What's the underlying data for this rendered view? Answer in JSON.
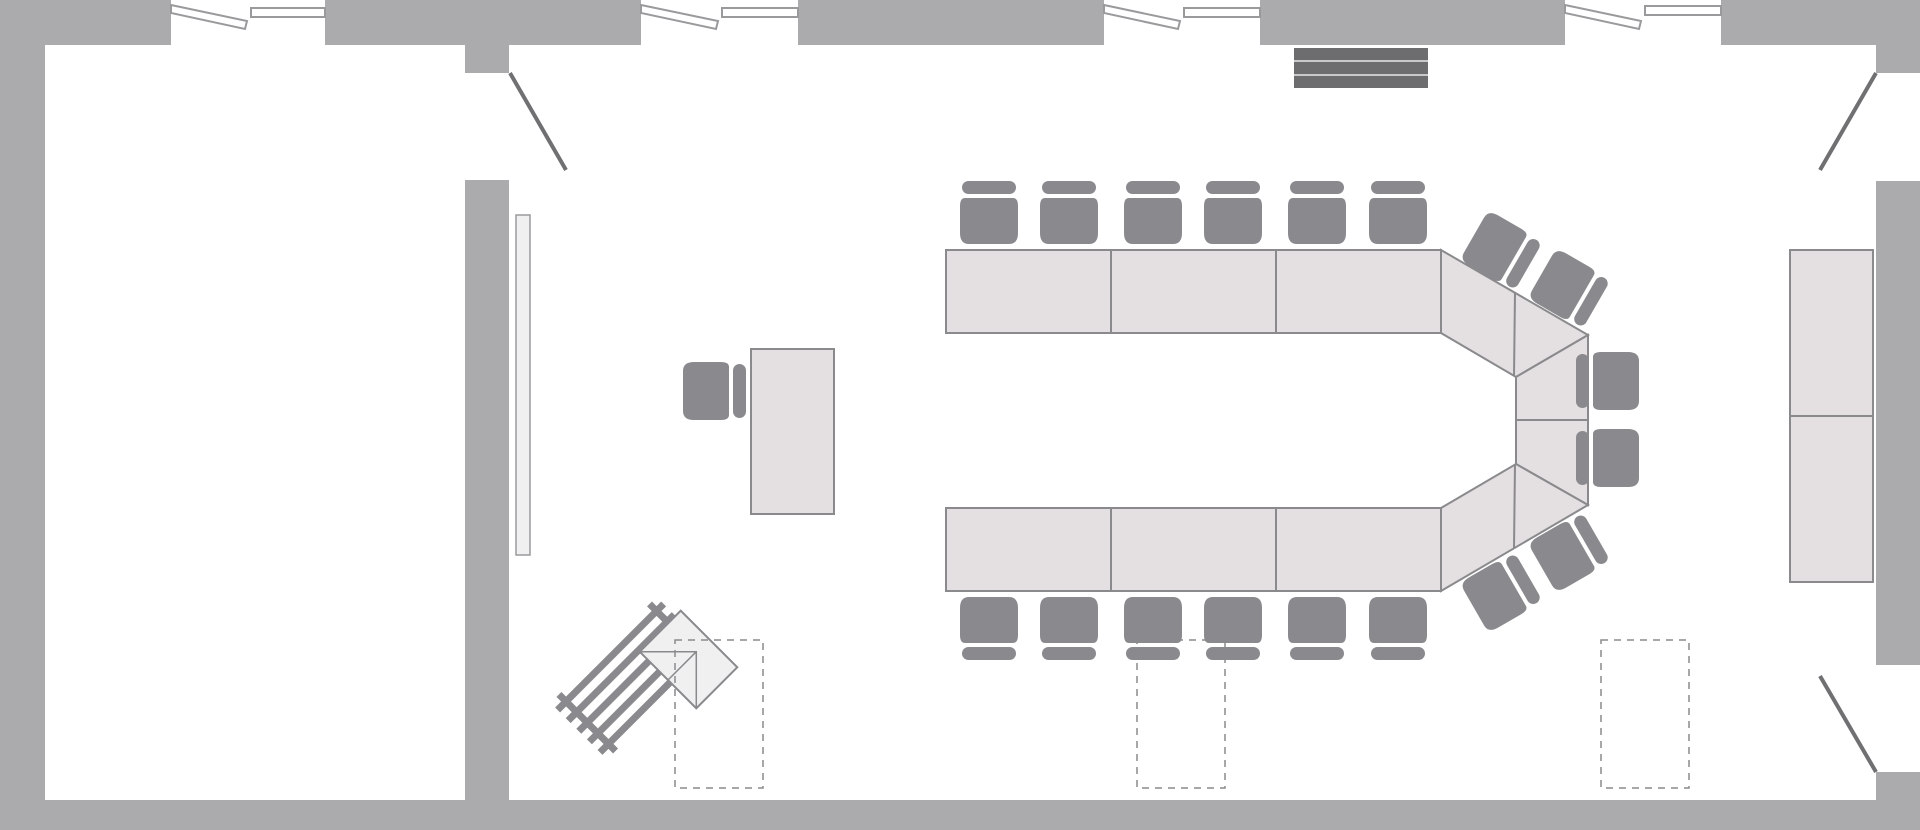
{
  "colors": {
    "wall": "#ababae",
    "floor": "#ffffff",
    "table_fill": "#e4dfe0",
    "table_stroke": "#8a8a8d",
    "chair": "#8a898d",
    "door": "#707073",
    "window_stroke": "#9a9a9d",
    "vent": "#6d6d70",
    "easel_fill": "#f0f0f0",
    "dashed": "#8a8a8d"
  },
  "icons": {
    "chair": "chair-icon",
    "door": "door-swing-icon",
    "window": "window-icon",
    "easel": "easel-icon",
    "flipchart": "flipchart-icon",
    "vent": "vent-grille-icon"
  },
  "layout": {
    "arrangement": "u-shape",
    "seats_top_row": 6,
    "seats_bottom_row": 6,
    "seats_right_end": 2,
    "seats_corner_sets": 4,
    "speaker_seats": 1
  }
}
